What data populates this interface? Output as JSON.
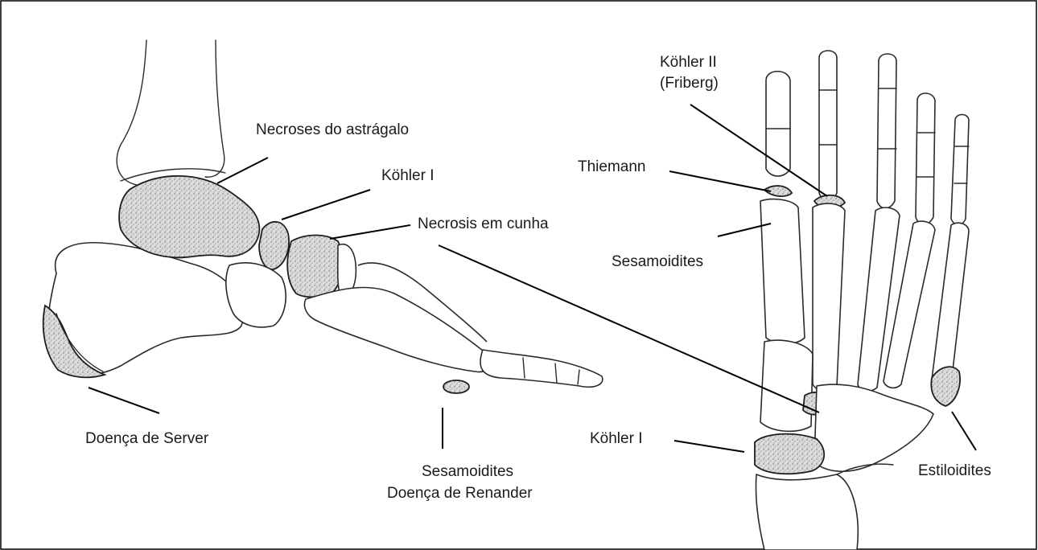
{
  "labels": {
    "necroses_astragalo": "Necroses do astrágalo",
    "kohler_i_lateral": "Köhler I",
    "necrosis_cunha": "Necrosis em cunha",
    "doenca_server": "Doença de Server",
    "sesamoidites_lateral": "Sesamoidites",
    "doenca_renander": "Doença de Renander",
    "kohler_ii": "Köhler II",
    "friberg": "(Friberg)",
    "thiemann": "Thiemann",
    "sesamoidites_dorsal": "Sesamoidites",
    "kohler_i_dorsal": "Köhler I",
    "estiloidites": "Estiloidites"
  },
  "colors": {
    "border": "#000000",
    "ink": "#1a1a1a",
    "shading": "#b8b8b8"
  }
}
